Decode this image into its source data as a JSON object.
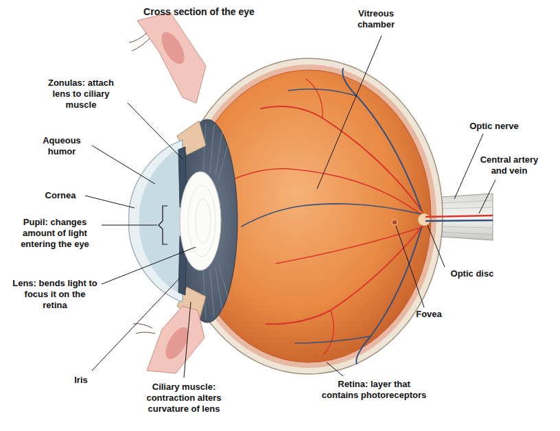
{
  "diagram": {
    "title": "Cross section of the eye",
    "labels": [
      "Vitreous chamber",
      "Zonulas: attach lens to ciliary muscle",
      "Aqueous humor",
      "Cornea",
      "Pupil: changes amount of light entering the eye",
      "Lens: bends light to focus it on the retina",
      "Iris",
      "Ciliary muscle: contraction alters curvature of lens",
      "Retina: layer that contains photoreceptors",
      "Optic nerve",
      "Central artery and vein",
      "Optic disc",
      "Fovea"
    ]
  }
}
